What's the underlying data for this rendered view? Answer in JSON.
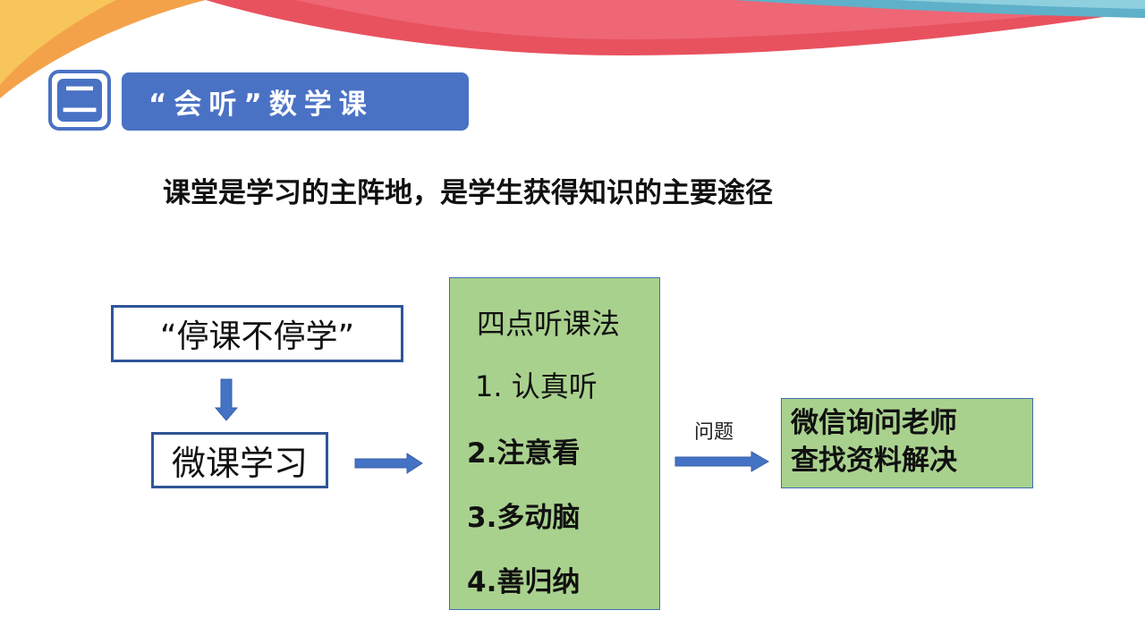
{
  "header": {
    "section_number": "二",
    "section_title": "“会听”数学课"
  },
  "subtitle": "课堂是学习的主阵地，是学生获得知识的主要途径",
  "flow": {
    "start_box": "“停课不停学”",
    "micro_box": "微课学习",
    "method": {
      "title": "四点听课法",
      "steps": [
        "1. 认真听",
        "2.注意看",
        "3.多动脑",
        "4.善归纳"
      ]
    },
    "arrow_label": "问题",
    "result": {
      "line1": "微信询问老师",
      "line2": "查找资料解决"
    }
  },
  "colors": {
    "accent_blue": "#4a72c4",
    "box_border": "#2f5597",
    "green_fill": "#a9d18e",
    "arrow_fill": "#4472c4"
  }
}
